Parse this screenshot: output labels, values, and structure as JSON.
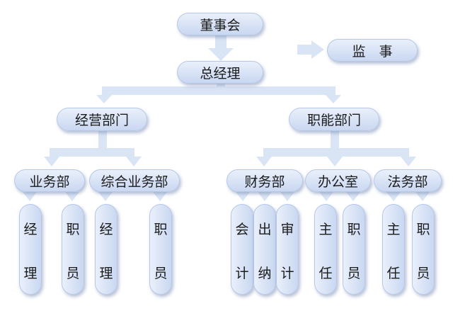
{
  "org": {
    "board": "董事会",
    "supervisor": "监　事",
    "gm": "总经理",
    "operations_dept": "经营部门",
    "functional_dept": "职能部门",
    "business_dept": "业务部",
    "general_business_dept": "综合业务部",
    "finance_dept": "财务部",
    "office": "办公室",
    "legal_dept": "法务部",
    "business_dept_roles": [
      {
        "c1": "经",
        "c2": "理"
      },
      {
        "c1": "职",
        "c2": "员"
      }
    ],
    "general_business_roles": [
      {
        "c1": "经",
        "c2": "理"
      },
      {
        "c1": "职",
        "c2": "员"
      }
    ],
    "finance_roles": [
      {
        "c1": "会",
        "c2": "计"
      },
      {
        "c1": "出",
        "c2": "纳"
      },
      {
        "c1": "审",
        "c2": "计"
      }
    ],
    "office_roles": [
      {
        "c1": "主",
        "c2": "任"
      },
      {
        "c1": "职",
        "c2": "员"
      }
    ],
    "legal_roles": [
      {
        "c1": "主",
        "c2": "任"
      },
      {
        "c1": "职",
        "c2": "员"
      }
    ]
  },
  "colors": {
    "node_fill_light": "#eaf0fb",
    "node_fill_dark": "#c9d7f1",
    "connector": "#d9e4f5"
  }
}
